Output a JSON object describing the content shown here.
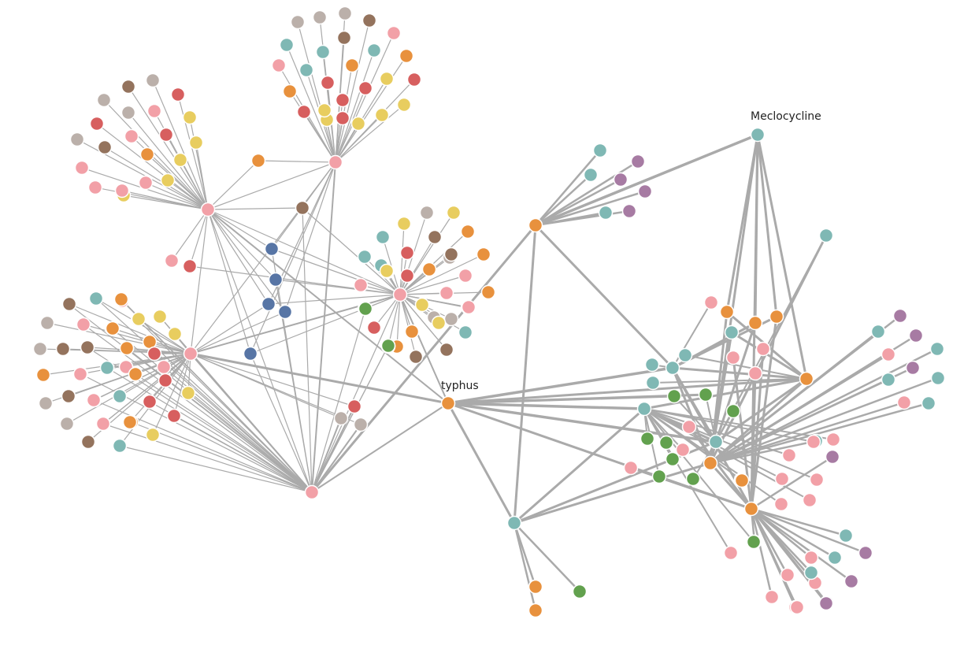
{
  "palette": {
    "pink": "#f2a0a7",
    "red": "#d75f5f",
    "orange": "#e8913d",
    "yellow": "#e8cd5f",
    "teal": "#7fb8b4",
    "gray": "#bbb0aa",
    "brown": "#94735d",
    "green": "#62a14e",
    "blue": "#5775a5",
    "purple": "#a77ba3",
    "edge": "#aaaaaa",
    "label": "#222222"
  },
  "labels": {
    "typhus": "typhus",
    "meclocycline": "Meclocycline"
  },
  "graph": {
    "nodes": [
      {
        "id": "h1",
        "c": "pink"
      },
      {
        "id": "h2",
        "c": "pink"
      },
      {
        "id": "h3",
        "c": "pink"
      },
      {
        "id": "h4",
        "c": "pink"
      },
      {
        "id": "h5",
        "c": "pink"
      },
      {
        "id": "typhus",
        "c": "orange",
        "label": "typhus"
      },
      {
        "id": "h7",
        "c": "orange"
      },
      {
        "id": "mecl",
        "c": "teal",
        "label": "meclocycline"
      },
      {
        "id": "h9",
        "c": "teal"
      },
      {
        "id": "h10",
        "c": "teal"
      },
      {
        "id": "h11",
        "c": "teal"
      },
      {
        "id": "h12",
        "c": "orange"
      },
      {
        "id": "h13",
        "c": "orange"
      },
      {
        "id": "h14",
        "c": "orange"
      },
      {
        "id": "h15",
        "c": "teal"
      },
      {
        "id": "b1",
        "c": "orange"
      },
      {
        "id": "b2",
        "c": "brown"
      },
      {
        "id": "b3",
        "c": "blue"
      },
      {
        "id": "b4",
        "c": "blue"
      },
      {
        "id": "b5",
        "c": "blue"
      },
      {
        "id": "b6",
        "c": "blue"
      },
      {
        "id": "b7",
        "c": "blue"
      },
      {
        "id": "b8",
        "c": "pink"
      },
      {
        "id": "b9",
        "c": "red"
      },
      {
        "id": "b10",
        "c": "red"
      },
      {
        "id": "b11",
        "c": "gray"
      },
      {
        "id": "b12",
        "c": "gray"
      },
      {
        "id": "c1",
        "c": "teal"
      },
      {
        "id": "c2",
        "c": "pink"
      },
      {
        "id": "c3",
        "c": "orange"
      },
      {
        "id": "c4",
        "c": "orange"
      },
      {
        "id": "c5",
        "c": "orange"
      },
      {
        "id": "c6",
        "c": "teal"
      },
      {
        "id": "c7",
        "c": "pink"
      },
      {
        "id": "c8",
        "c": "pink"
      },
      {
        "id": "c9",
        "c": "pink"
      },
      {
        "id": "c10",
        "c": "pink"
      },
      {
        "id": "c11",
        "c": "pink"
      },
      {
        "id": "c12",
        "c": "pink"
      },
      {
        "id": "c13",
        "c": "pink"
      },
      {
        "id": "c14",
        "c": "pink"
      },
      {
        "id": "c15",
        "c": "orange"
      },
      {
        "id": "c16",
        "c": "orange"
      },
      {
        "id": "c17",
        "c": "teal"
      },
      {
        "id": "c18",
        "c": "teal"
      },
      {
        "id": "c19",
        "c": "teal"
      },
      {
        "id": "c20",
        "c": "green"
      },
      {
        "id": "c21",
        "c": "green"
      },
      {
        "id": "c22",
        "c": "green"
      },
      {
        "id": "c23",
        "c": "green"
      },
      {
        "id": "c24",
        "c": "green"
      },
      {
        "id": "c25",
        "c": "green"
      },
      {
        "id": "c26",
        "c": "green"
      },
      {
        "id": "c27",
        "c": "green"
      },
      {
        "id": "c28",
        "c": "pink"
      },
      {
        "id": "c29",
        "c": "pink"
      },
      {
        "id": "c30",
        "c": "pink"
      },
      {
        "id": "c31",
        "c": "pink"
      },
      {
        "id": "c32",
        "c": "pink"
      },
      {
        "id": "c33",
        "c": "pink"
      },
      {
        "id": "c34",
        "c": "orange"
      },
      {
        "id": "c35",
        "c": "pink"
      },
      {
        "id": "c36",
        "c": "green"
      }
    ],
    "edges": [
      [
        "h1",
        "h2",
        1
      ],
      [
        "h1",
        "h3",
        1
      ],
      [
        "h1",
        "h4",
        1
      ],
      [
        "h1",
        "b1",
        1
      ],
      [
        "h1",
        "b2",
        1
      ],
      [
        "h1",
        "b3",
        1
      ],
      [
        "h1",
        "b4",
        1
      ],
      [
        "h1",
        "b5",
        1
      ],
      [
        "h1",
        "b6",
        1
      ],
      [
        "h1",
        "b7",
        1
      ],
      [
        "h1",
        "b8",
        1
      ],
      [
        "h1",
        "b9",
        1
      ],
      [
        "h1",
        "typhus",
        2
      ],
      [
        "h1",
        "h5",
        1
      ],
      [
        "h2",
        "b1",
        1
      ],
      [
        "h2",
        "h4",
        2
      ],
      [
        "h2",
        "b3",
        1
      ],
      [
        "h2",
        "b5",
        1
      ],
      [
        "h2",
        "b6",
        1
      ],
      [
        "h2",
        "b7",
        1
      ],
      [
        "h2",
        "h5",
        1
      ],
      [
        "h3",
        "h5",
        2
      ],
      [
        "h3",
        "b2",
        1
      ],
      [
        "h3",
        "b3",
        1
      ],
      [
        "h3",
        "b4",
        1
      ],
      [
        "h3",
        "b5",
        1
      ],
      [
        "h3",
        "b7",
        1
      ],
      [
        "h3",
        "b9",
        1
      ],
      [
        "h3",
        "typhus",
        2
      ],
      [
        "h3",
        "h4",
        1
      ],
      [
        "h4",
        "h7",
        3
      ],
      [
        "h4",
        "b2",
        1
      ],
      [
        "h4",
        "b4",
        1
      ],
      [
        "h4",
        "b3",
        1
      ],
      [
        "h4",
        "b10",
        2
      ],
      [
        "h4",
        "b11",
        2
      ],
      [
        "h4",
        "b12",
        2
      ],
      [
        "h4",
        "h5",
        2
      ],
      [
        "h4",
        "typhus",
        2
      ],
      [
        "h5",
        "b10",
        1
      ],
      [
        "h5",
        "b11",
        1
      ],
      [
        "h5",
        "b12",
        1
      ],
      [
        "h5",
        "typhus",
        3
      ],
      [
        "h5",
        "b6",
        1
      ],
      [
        "h5",
        "b5",
        1
      ],
      [
        "typhus",
        "h9",
        3
      ],
      [
        "typhus",
        "h10",
        4
      ],
      [
        "typhus",
        "h11",
        4
      ],
      [
        "typhus",
        "h15",
        4
      ],
      [
        "typhus",
        "h12",
        3
      ],
      [
        "typhus",
        "h13",
        3
      ],
      [
        "typhus",
        "c20",
        3
      ],
      [
        "typhus",
        "c21",
        3
      ],
      [
        "h7",
        "typhus",
        0.1
      ],
      [
        "h7",
        "h9",
        3
      ],
      [
        "h7",
        "h10",
        3
      ],
      [
        "h7",
        "mecl",
        4
      ],
      [
        "mecl",
        "h12",
        3
      ],
      [
        "mecl",
        "h13",
        3
      ],
      [
        "mecl",
        "h14",
        3
      ],
      [
        "mecl",
        "c3",
        3
      ],
      [
        "mecl",
        "c4",
        3
      ],
      [
        "mecl",
        "c5",
        3
      ],
      [
        "h9",
        "h14",
        3
      ],
      [
        "h9",
        "h11",
        3
      ],
      [
        "h9",
        "h15",
        3
      ],
      [
        "h9",
        "c16",
        2
      ],
      [
        "h9",
        "c15",
        2
      ],
      [
        "h10",
        "h12",
        3
      ],
      [
        "h10",
        "h13",
        3
      ],
      [
        "h10",
        "h14",
        3
      ],
      [
        "h10",
        "h11",
        3
      ],
      [
        "h10",
        "c4",
        3
      ],
      [
        "h10",
        "c5",
        3
      ],
      [
        "h10",
        "c2",
        2
      ],
      [
        "h10",
        "c17",
        2
      ],
      [
        "h11",
        "h12",
        3
      ],
      [
        "h11",
        "h14",
        3
      ],
      [
        "h11",
        "h15",
        3
      ],
      [
        "h11",
        "c4",
        3
      ],
      [
        "h11",
        "c1",
        2
      ],
      [
        "h11",
        "c20",
        2
      ],
      [
        "h11",
        "c21",
        2
      ],
      [
        "h11",
        "c22",
        2
      ],
      [
        "h11",
        "c27",
        2
      ],
      [
        "h12",
        "h14",
        3
      ],
      [
        "h12",
        "h15",
        3
      ],
      [
        "h12",
        "c3",
        3
      ],
      [
        "h12",
        "c6",
        3
      ],
      [
        "h12",
        "c18",
        2
      ],
      [
        "h12",
        "c19",
        2
      ],
      [
        "h13",
        "h14",
        3
      ],
      [
        "h13",
        "c5",
        3
      ],
      [
        "h13",
        "c7",
        3
      ],
      [
        "h13",
        "c8",
        3
      ],
      [
        "h13",
        "c9",
        3
      ],
      [
        "h13",
        "c10",
        3
      ],
      [
        "h13",
        "c11",
        3
      ],
      [
        "h14",
        "c1",
        3
      ],
      [
        "h14",
        "c3",
        3
      ],
      [
        "h14",
        "c6",
        3
      ],
      [
        "h15",
        "c23",
        2
      ],
      [
        "h15",
        "c24",
        2
      ],
      [
        "h15",
        "c25",
        2
      ],
      [
        "h15",
        "c26",
        2
      ],
      [
        "h15",
        "c28",
        2
      ],
      [
        "h15",
        "c29",
        2
      ],
      [
        "h15",
        "c30",
        2
      ],
      [
        "h15",
        "c31",
        2
      ],
      [
        "h15",
        "c32",
        2
      ],
      [
        "h15",
        "c33",
        2
      ],
      [
        "h15",
        "c34",
        2
      ],
      [
        "h15",
        "c35",
        2
      ],
      [
        "h15",
        "c36",
        2
      ],
      [
        "h15",
        "c12",
        2
      ],
      [
        "h15",
        "c13",
        2
      ],
      [
        "h15",
        "c14",
        2
      ]
    ],
    "clusters": [
      {
        "hub": "h1",
        "colors": [
          "pink",
          "gray",
          "gray",
          "brown",
          "gray",
          "brown",
          "red",
          "pink",
          "yellow",
          "yellow",
          "red",
          "pink",
          "yellow",
          "pink",
          "orange",
          "red",
          "yellow",
          "gray",
          "pink",
          "yellow",
          "pink"
        ]
      },
      {
        "hub": "h2",
        "colors": [
          "gray",
          "gray",
          "gray",
          "brown",
          "teal",
          "teal",
          "brown",
          "pink",
          "pink",
          "orange",
          "teal",
          "teal",
          "orange",
          "red",
          "red",
          "red",
          "red",
          "orange",
          "yellow",
          "yellow",
          "red",
          "red",
          "yellow",
          "yellow",
          "yellow",
          "yellow"
        ]
      },
      {
        "hub": "h3",
        "colors": [
          "brown",
          "teal",
          "orange",
          "gray",
          "pink",
          "orange",
          "yellow",
          "yellow",
          "red",
          "gray",
          "brown",
          "brown",
          "orange",
          "gray",
          "red",
          "teal",
          "pink",
          "brown",
          "orange",
          "red",
          "teal",
          "pink",
          "orange",
          "teal",
          "red",
          "gray",
          "orange",
          "pink",
          "yellow",
          "red",
          "brown",
          "yellow",
          "pink",
          "yellow",
          "teal",
          "brown",
          "yellow"
        ]
      },
      {
        "hub": "h4",
        "colors": [
          "pink",
          "yellow",
          "teal",
          "brown",
          "pink",
          "red",
          "yellow",
          "teal",
          "orange",
          "green",
          "red",
          "orange",
          "pink",
          "yellow",
          "pink",
          "orange",
          "pink",
          "blue",
          "pink",
          "yellow",
          "orange",
          "orange",
          "brown",
          "orange",
          "green",
          "green",
          "red",
          "teal"
        ]
      },
      {
        "hub": "h5",
        "colors": [
          "orange",
          "yellow",
          "pink",
          "yellow",
          "red",
          "teal",
          "brown",
          "orange",
          "orange",
          "red",
          "pink",
          "yellow",
          "teal",
          "pink",
          "brown",
          "orange",
          "red",
          "teal",
          "gray",
          "teal",
          "pink",
          "brown",
          "orange",
          "pink",
          "red",
          "brown",
          "gray",
          "pink",
          "gray",
          "brown",
          "gray",
          "teal",
          "yellow",
          "pink"
        ]
      },
      {
        "hub": "h7",
        "colors": [
          "teal",
          "teal",
          "purple",
          "purple",
          "purple",
          "teal",
          "purple"
        ]
      },
      {
        "hub": "h14",
        "colors": [
          "teal",
          "teal",
          "purple",
          "purple",
          "pink",
          "purple",
          "teal",
          "teal",
          "pink",
          "teal",
          "teal"
        ]
      },
      {
        "hub": "h13",
        "colors": [
          "purple",
          "purple",
          "purple",
          "teal",
          "teal",
          "pink",
          "pink",
          "pink",
          "pink",
          "purple",
          "teal",
          "pink",
          "purple",
          "green",
          "pink"
        ]
      },
      {
        "hub": "h9",
        "colors": [
          "orange",
          "orange",
          "green"
        ]
      }
    ]
  }
}
